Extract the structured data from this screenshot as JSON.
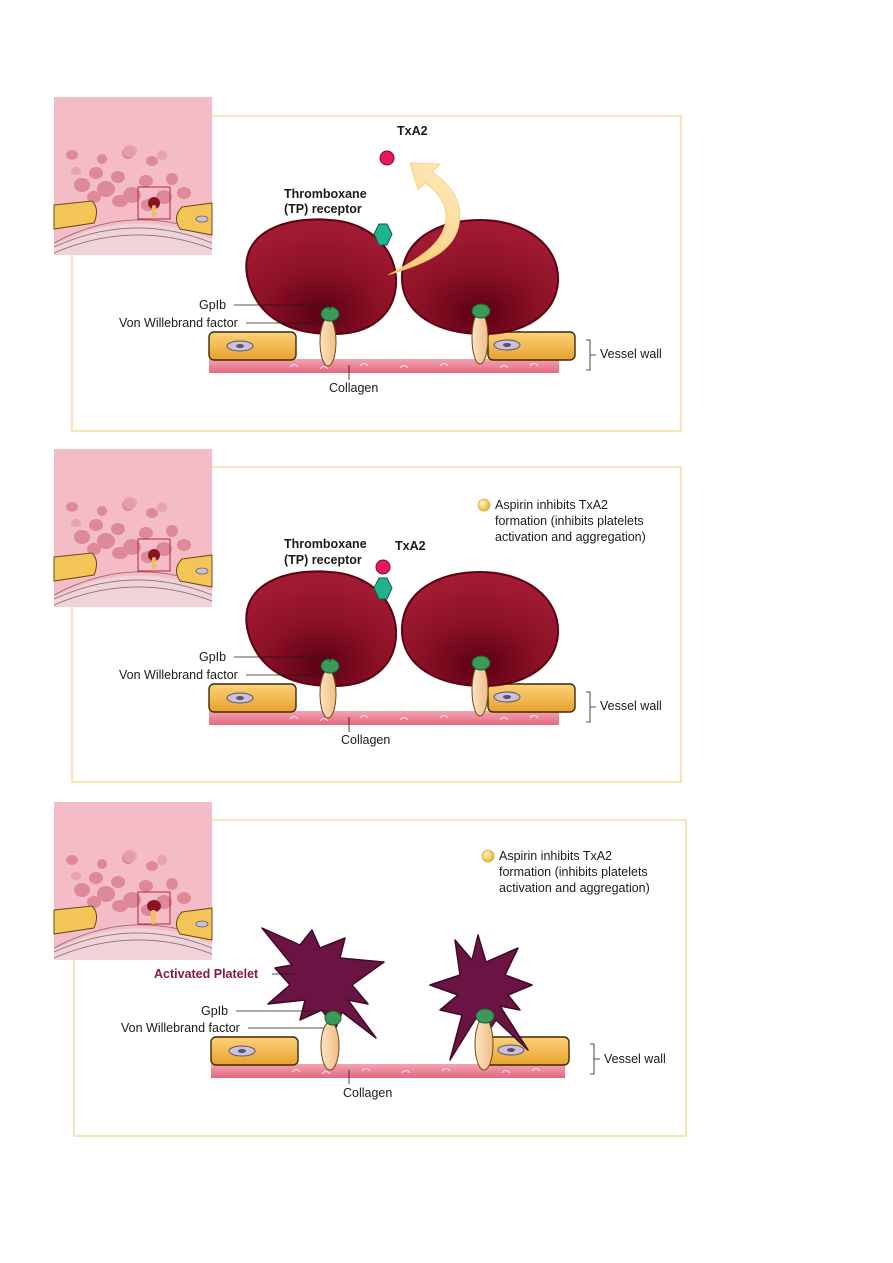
{
  "colors": {
    "frame": "#f5d08a",
    "inset_bg": "#f2b9c3",
    "platelet": "#8e1227",
    "platelet_dark": "#5c0013",
    "activated_platelet": "#6b1443",
    "activated_label": "#8a1a33",
    "receptor": "#1fb38e",
    "txa2": "#e8185a",
    "gplb": "#3b9a5a",
    "vwf": "#f7d3a5",
    "endothelial": "#f3b23f",
    "vessel": "#e67a8c",
    "arrow": "#fbd890",
    "aspirin_dot": "#f0c040"
  },
  "panels": [
    {
      "state": "normal",
      "labels": {
        "txa2": "TxA2",
        "receptor_line1": "Thromboxane",
        "receptor_line2": "(TP) receptor",
        "gplb": "GpIb",
        "vwf": "Von Willebrand factor",
        "collagen": "Collagen",
        "vessel_wall": "Vessel wall"
      }
    },
    {
      "state": "aspirin",
      "labels": {
        "txa2": "TxA2",
        "receptor_line1": "Thromboxane",
        "receptor_line2": "(TP) receptor",
        "gplb": "GpIb",
        "vwf": "Von Willebrand factor",
        "collagen": "Collagen",
        "vessel_wall": "Vessel wall",
        "aspirin_line1": "Aspirin inhibits TxA2",
        "aspirin_line2": "formation (inhibits platelets",
        "aspirin_line3": "activation and aggregation)"
      }
    },
    {
      "state": "activated",
      "labels": {
        "activated": "Activated Platelet",
        "gplb": "GpIb",
        "vwf": "Von Willebrand factor",
        "collagen": "Collagen",
        "vessel_wall": "Vessel wall",
        "aspirin_line1": "Aspirin inhibits TxA2",
        "aspirin_line2": "formation (inhibits platelets",
        "aspirin_line3": "activation and aggregation)"
      }
    }
  ]
}
